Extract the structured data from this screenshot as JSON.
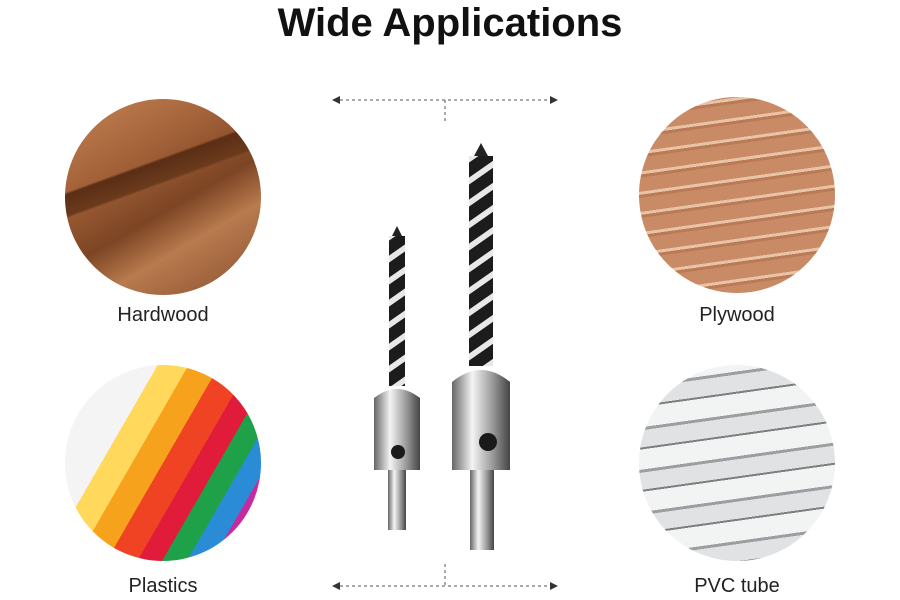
{
  "title": "Wide Applications",
  "applications": [
    {
      "label": "Hardwood"
    },
    {
      "label": "Plywood"
    },
    {
      "label": "Plastics"
    },
    {
      "label": "PVC tube"
    }
  ]
}
